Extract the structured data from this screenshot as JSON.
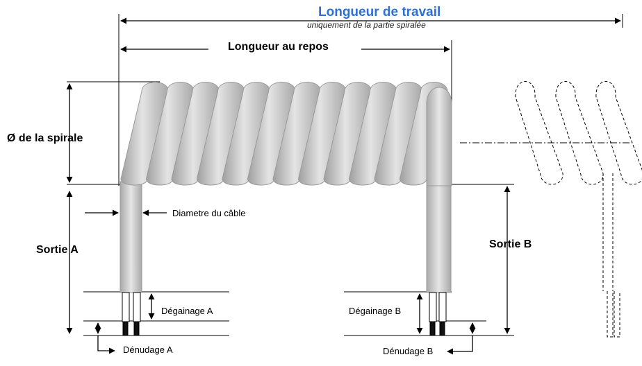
{
  "diagram": {
    "title": "Longueur  de travail",
    "subtitle": "uniquement  de la partie spiralée",
    "length_at_rest": "Longueur au repos",
    "spiral_diameter": "Ø de la spirale",
    "outlet_a": "Sortie A",
    "outlet_b": "Sortie B",
    "cable_diameter": "Diametre du câble",
    "stripping_sheath_a": "Dégainage A",
    "stripping_sheath_b": "Dégainage B",
    "stripping_wire_a": "Dénudage A",
    "stripping_wire_b": "Dénudage B"
  },
  "colors": {
    "title": "#2f6fd6",
    "coil_fill": "#cfcfcf",
    "coil_stroke": "#9a9a9a",
    "lines": "#000000"
  },
  "coil": {
    "visible_turns": 12,
    "ghost_turns": 3
  }
}
